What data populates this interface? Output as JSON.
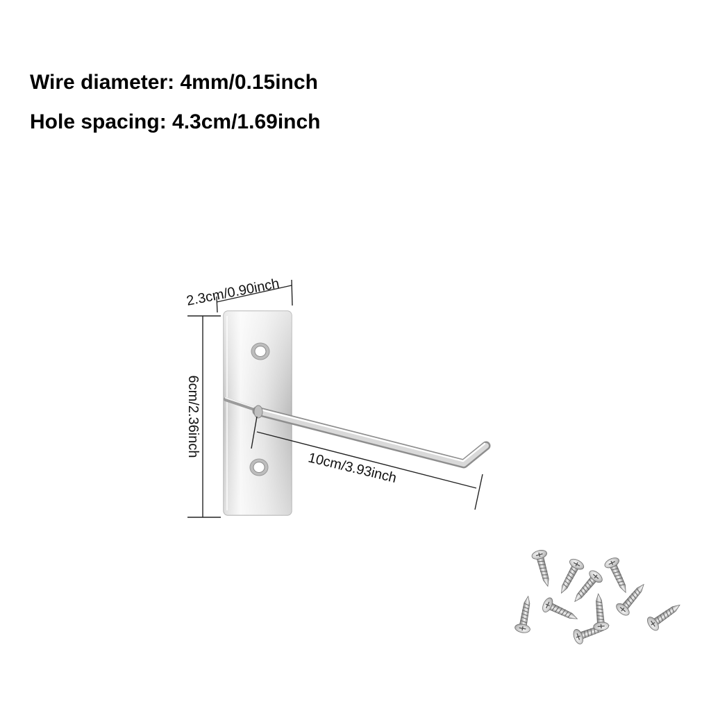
{
  "specs": {
    "wire_diameter": "Wire diameter: 4mm/0.15inch",
    "hole_spacing": "Hole spacing: 4.3cm/1.69inch"
  },
  "dimensions": {
    "plate_width": "2.3cm/0.90inch",
    "plate_height": "6cm/2.36inch",
    "hook_length": "10cm/3.93inch"
  },
  "colors": {
    "text": "#000000",
    "metal_light": "#f2f2f2",
    "metal_dark": "#a8a8a8",
    "dimension_line": "#222222"
  },
  "icons": [
    "pegboard-hook-icon",
    "mounting-screw-icon"
  ]
}
